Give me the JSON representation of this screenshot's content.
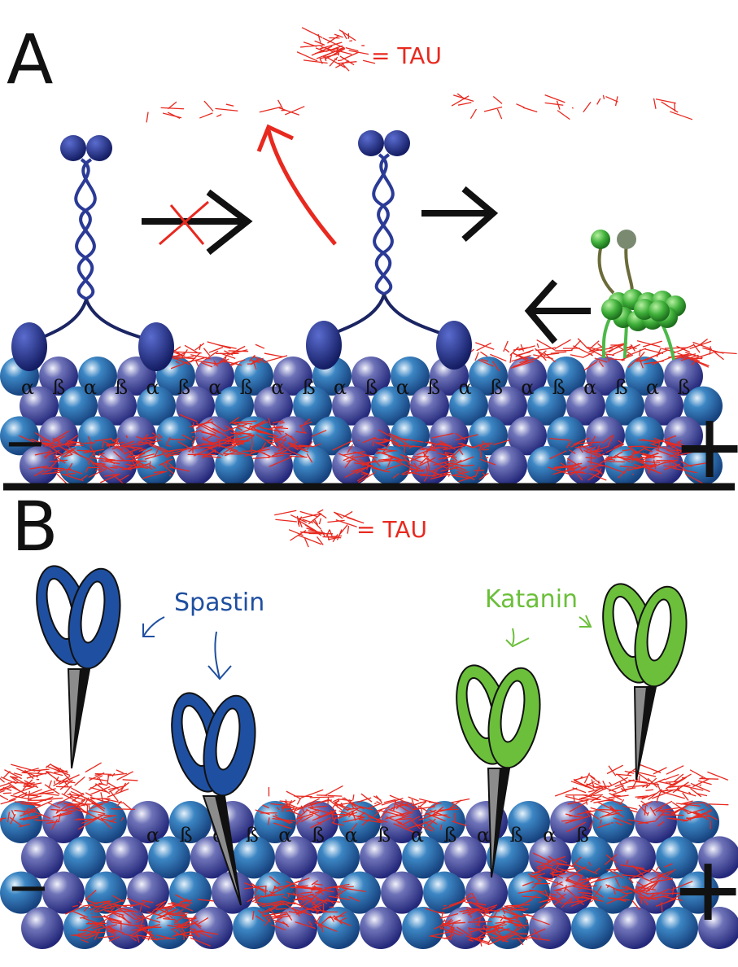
{
  "panel_a": {
    "letter": "A",
    "legend": "= TAU",
    "subunit_labels": [
      "α",
      "ß",
      "α",
      "ß",
      "α",
      "ß",
      "α",
      "ß",
      "α",
      "ß",
      "α",
      "ß",
      "α",
      "ß",
      "α",
      "ß",
      "α",
      "ß",
      "α",
      "ß",
      "α",
      "ß"
    ],
    "minus_end": "−",
    "plus_end": "+"
  },
  "panel_b": {
    "letter": "B",
    "legend": "= TAU",
    "spastin_label": "Spastin",
    "katanin_label": "Katanin",
    "subunit_labels": [
      "α",
      "ß",
      "α",
      "ß",
      "α",
      "ß",
      "α",
      "ß",
      "α",
      "ß",
      "α",
      "ß",
      "α",
      "ß"
    ],
    "minus_end": "−",
    "plus_end": "+"
  },
  "colors": {
    "tau": "#e8291f",
    "kinesin": "#1f2e7a",
    "dynein": "#3aa83a",
    "spastin": "#1f4fa0",
    "katanin": "#6bbf3a",
    "tubulin": "#2d5aa8"
  }
}
